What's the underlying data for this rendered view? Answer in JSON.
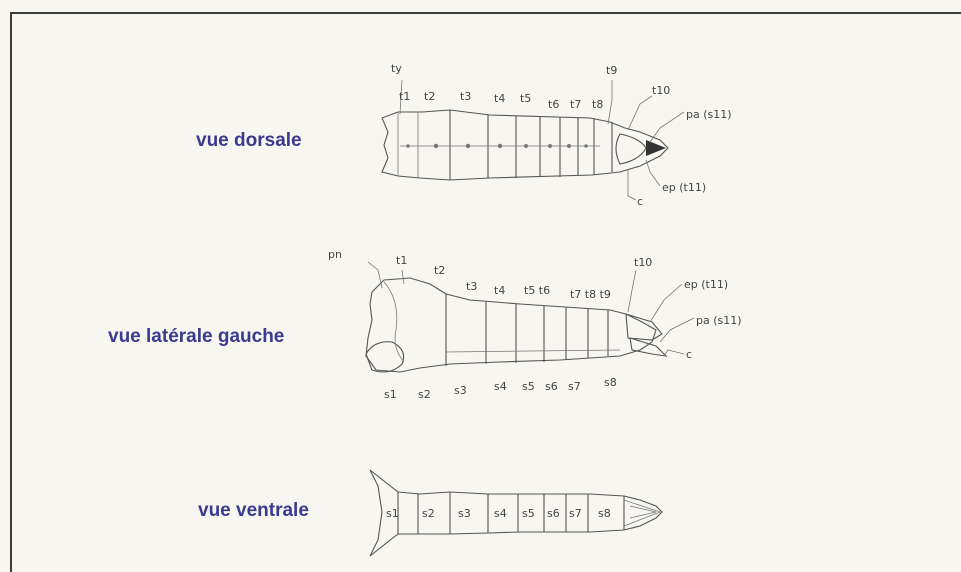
{
  "views": {
    "dorsal": "vue dorsale",
    "lateral": "vue latérale gauche",
    "ventral": "vue ventrale"
  },
  "dorsal_labels": {
    "ty": "ty",
    "t1": "t1",
    "t2": "t2",
    "t3": "t3",
    "t4": "t4",
    "t5": "t5",
    "t6": "t6",
    "t7": "t7",
    "t8": "t8",
    "t9": "t9",
    "t10": "t10",
    "pa": "pa (s11)",
    "ep": "ep (t11)",
    "c": "c"
  },
  "lateral_labels": {
    "pn": "pn",
    "t1": "t1",
    "t2": "t2",
    "t3": "t3",
    "t4": "t4",
    "t5t6": "t5 t6",
    "t7t8t9": "t7 t8 t9",
    "t10": "t10",
    "ep": "ep (t11)",
    "pa": "pa (s11)",
    "c": "c",
    "s1": "s1",
    "s2": "s2",
    "s3": "s3",
    "s4": "s4",
    "s5": "s5",
    "s6": "s6",
    "s7": "s7",
    "s8": "s8"
  },
  "ventral_labels": {
    "s1": "s1",
    "s2": "s2",
    "s3": "s3",
    "s4": "s4",
    "s5": "s5",
    "s6": "s6",
    "s7": "s7",
    "s8": "s8"
  },
  "colors": {
    "title": "#3b3a8e",
    "line": "#555555",
    "background": "#f7f6f1"
  }
}
